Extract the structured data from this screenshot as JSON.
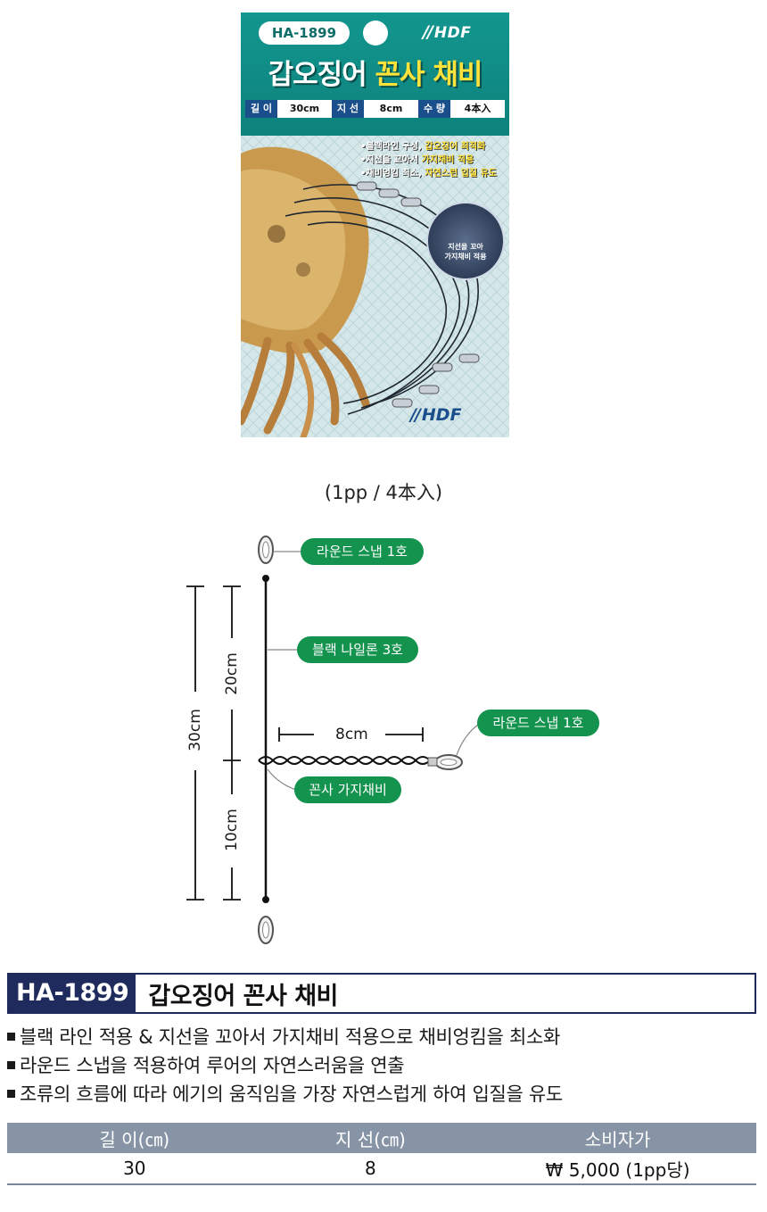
{
  "package": {
    "code": "HA-1899",
    "brand": "HDF",
    "title_main": "갑오징어",
    "title_hl": "꼰사 채비",
    "specs": [
      {
        "key": "길 이",
        "value": "30cm"
      },
      {
        "key": "지 선",
        "value": "8cm"
      },
      {
        "key": "수 량",
        "value": "4本入"
      }
    ],
    "bullets": [
      {
        "a": "•블랙라인 구성, ",
        "b": "갑오징어 최적화"
      },
      {
        "a": "•지선을 꼬아서 ",
        "b": "가지채비 적용"
      },
      {
        "a": "•채비엉킴 최소, ",
        "b": "자연스런 입질 유도"
      }
    ],
    "bubble_line1": "지선을 꼬아",
    "bubble_line2": "가지채비 적용",
    "brand_bottom": "HDF"
  },
  "caption": "(1pp / 4本入)",
  "diagram": {
    "snap_top_label": "라운드 스냅 1호",
    "line_label": "블랙 나일론 3호",
    "snap_branch_label": "라운드 스냅 1호",
    "branch_label": "꼰사 가지채비",
    "dim_total": "30cm",
    "dim_upper": "20cm",
    "dim_lower": "10cm",
    "dim_branch": "8cm"
  },
  "product": {
    "code": "HA-1899",
    "name": "갑오징어 꼰사 채비",
    "features": [
      "블랙 라인 적용 & 지선을 꼬아서 가지채비 적용으로 채비엉킴을 최소화",
      "라운드 스냅을 적용하여 루어의 자연스러움을 연출",
      "조류의 흐름에 따라 에기의 움직임을 가장 자연스럽게 하여 입질을 유도"
    ],
    "table": {
      "headers": [
        "길 이(㎝)",
        "지 선(㎝)",
        "소비자가"
      ],
      "row": [
        "30",
        "8",
        "₩ 5,000 (1pp당)"
      ]
    }
  }
}
